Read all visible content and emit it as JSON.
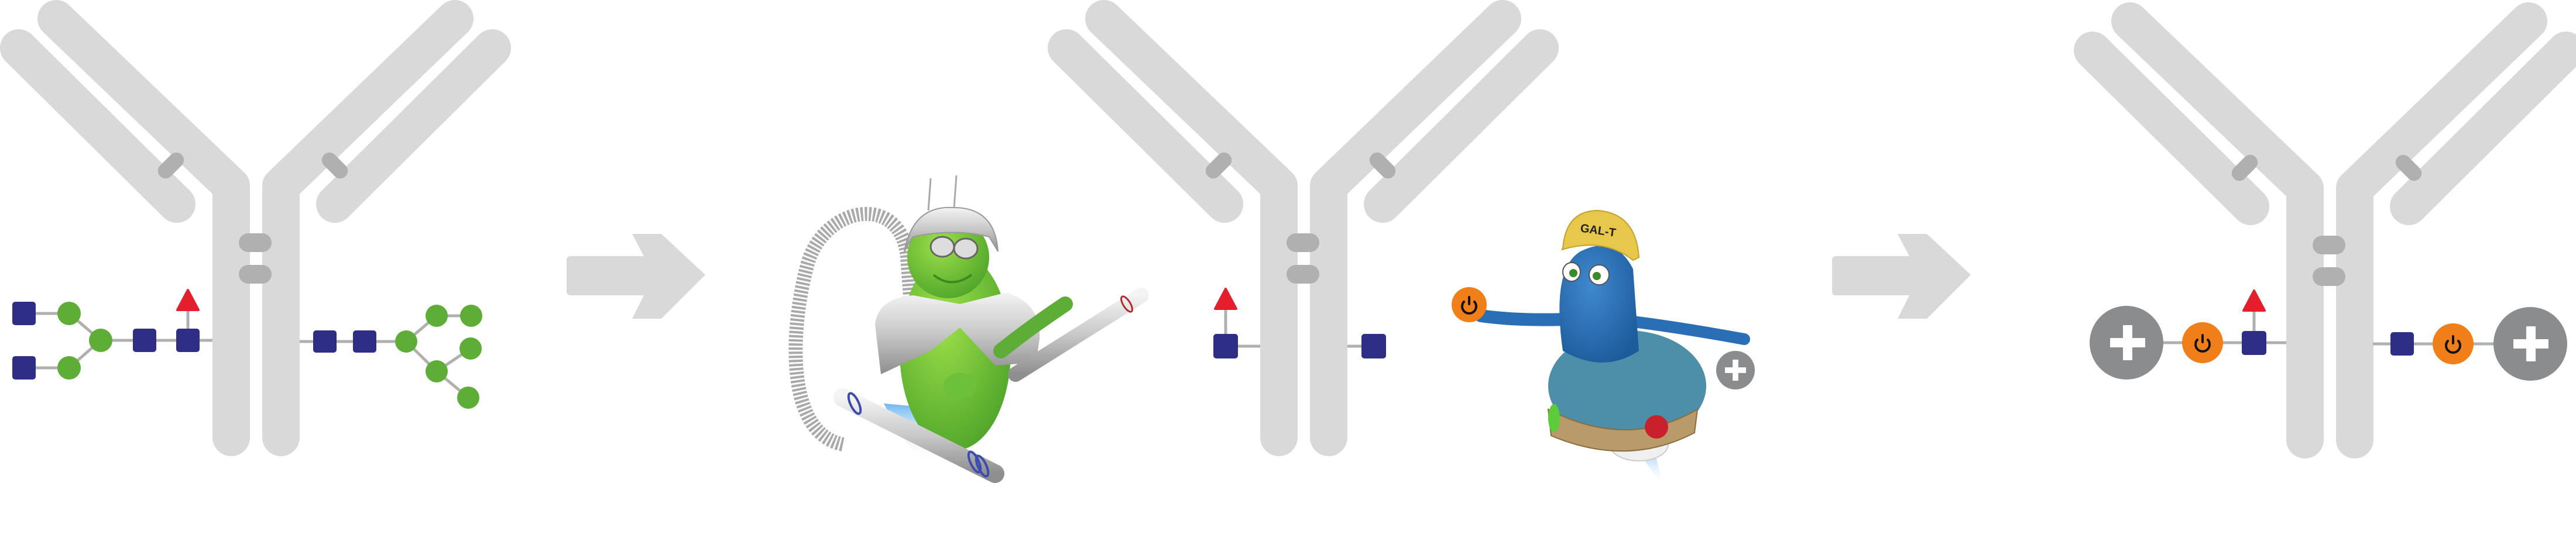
{
  "figure": {
    "panels": [
      "glycosylated-antibody",
      "enzymatic-remodeling",
      "trimmed-antibody",
      "enzymatic-transfer",
      "functionalized-antibody"
    ],
    "colors": {
      "antibody": "#d9d9d9",
      "disulfide": "#b0b0b0",
      "glcnac": "#2e2e86",
      "mannose_galactose": "#5dad37",
      "fucose": "#e41e2c",
      "linker": "#f07f1a",
      "payload": "#8b8c8e",
      "arrow": "#d9d9d9"
    },
    "characters": {
      "remodeling_enzyme": {
        "name": "green-robot"
      },
      "transferase": {
        "name": "blue-creature",
        "helmet_label": "GAL-T"
      }
    }
  }
}
